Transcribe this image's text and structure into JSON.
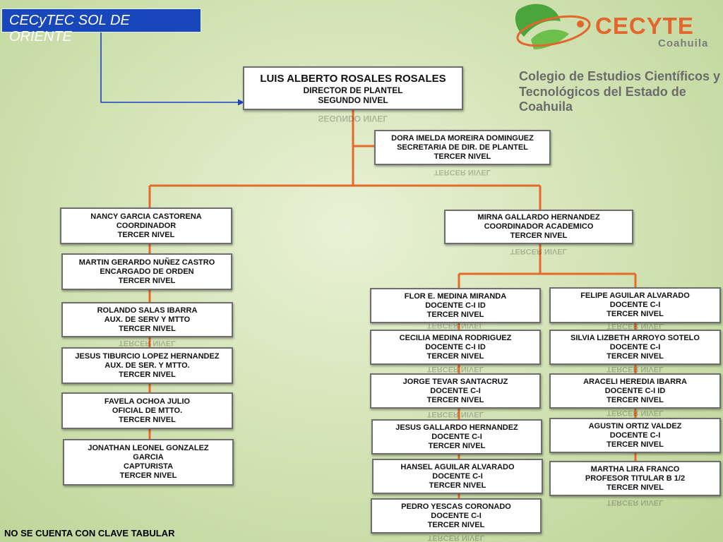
{
  "header": {
    "title": "CECyTEC SOL DE ORIENTE",
    "logo_word": "CECYTE",
    "logo_region": "Coahuila",
    "institution_line1": "Colegio de Estudios Científicos y",
    "institution_line2": "Tecnológicos del Estado de Coahuila"
  },
  "footer_note": "NO SE CUENTA CON CLAVE TABULAR",
  "colors": {
    "title_bg": "#1846bb",
    "connector": "#e46a2a",
    "pointer_arrow": "#1e40c8",
    "logo_orange": "#e3662c",
    "logo_green": "#4aa63c"
  },
  "director": {
    "name": "LUIS ALBERTO ROSALES ROSALES",
    "role": "DIRECTOR DE PLANTEL",
    "level": "SEGUNDO NIVEL"
  },
  "secretary": {
    "name": "DORA IMELDA MOREIRA DOMINGUEZ",
    "role": "SECRETARIA DE DIR. DE PLANTEL",
    "level": "TERCER NIVEL"
  },
  "admin": [
    {
      "name": "NANCY  GARCIA CASTORENA",
      "role": "COORDINADOR",
      "level": "TERCER NIVEL"
    },
    {
      "name": "MARTIN GERARDO NUÑEZ CASTRO",
      "role": "ENCARGADO DE ORDEN",
      "level": "TERCER NIVEL"
    },
    {
      "name": "ROLANDO SALAS IBARRA",
      "role": "AUX. DE SERV Y MTTO",
      "level": "TERCER NIVEL"
    },
    {
      "name": "JESUS TIBURCIO LOPEZ HERNANDEZ",
      "role": "AUX. DE SER. Y MTTO.",
      "level": "TERCER NIVEL"
    },
    {
      "name": "FAVELA OCHOA JULIO",
      "role": "OFICIAL DE MTTO.",
      "level": "TERCER NIVEL"
    },
    {
      "name": "JONATHAN LEONEL GONZALEZ",
      "name2": "GARCIA",
      "role": "CAPTURISTA",
      "level": "TERCER NIVEL"
    }
  ],
  "academic": {
    "name": "MIRNA GALLARDO HERNANDEZ",
    "role": "COORDINADOR ACADEMICO",
    "level": "TERCER NIVEL"
  },
  "teachers_left": [
    {
      "name": "FLOR E. MEDINA MIRANDA",
      "role": "DOCENTE C-I ID",
      "level": "TERCER NIVEL"
    },
    {
      "name": "CECILIA MEDINA RODRIGUEZ",
      "role": "DOCENTE C-I ID",
      "level": "TERCER NIVEL"
    },
    {
      "name": "JORGE TEVAR SANTACRUZ",
      "role": "DOCENTE C-I",
      "level": "TERCER NIVEL"
    },
    {
      "name": "JESUS GALLARDO HERNANDEZ",
      "role": "DOCENTE C-I",
      "level": "TERCER NIVEL"
    },
    {
      "name": "HANSEL AGUILAR ALVARADO",
      "role": "DOCENTE C-I",
      "level": "TERCER NIVEL"
    },
    {
      "name": "PEDRO YESCAS CORONADO",
      "role": "DOCENTE C-I",
      "level": "TERCER NIVEL"
    }
  ],
  "teachers_right": [
    {
      "name": "FELIPE AGUILAR ALVARADO",
      "role": "DOCENTE  C-I",
      "level": "TERCER NIVEL"
    },
    {
      "name": "SILVIA LIZBETH ARROYO SOTELO",
      "role": "DOCENTE C-I",
      "level": "TERCER NIVEL"
    },
    {
      "name": "ARACELI HEREDIA IBARRA",
      "role": "DOCENTE C-I ID",
      "level": "TERCER NIVEL"
    },
    {
      "name": "AGUSTIN ORTIZ VALDEZ",
      "role": "DOCENTE C-I",
      "level": "TERCER NIVEL"
    },
    {
      "name": "MARTHA LIRA FRANCO",
      "role": "PROFESOR TITULAR B 1/2",
      "level": "TERCER NIVEL"
    }
  ]
}
